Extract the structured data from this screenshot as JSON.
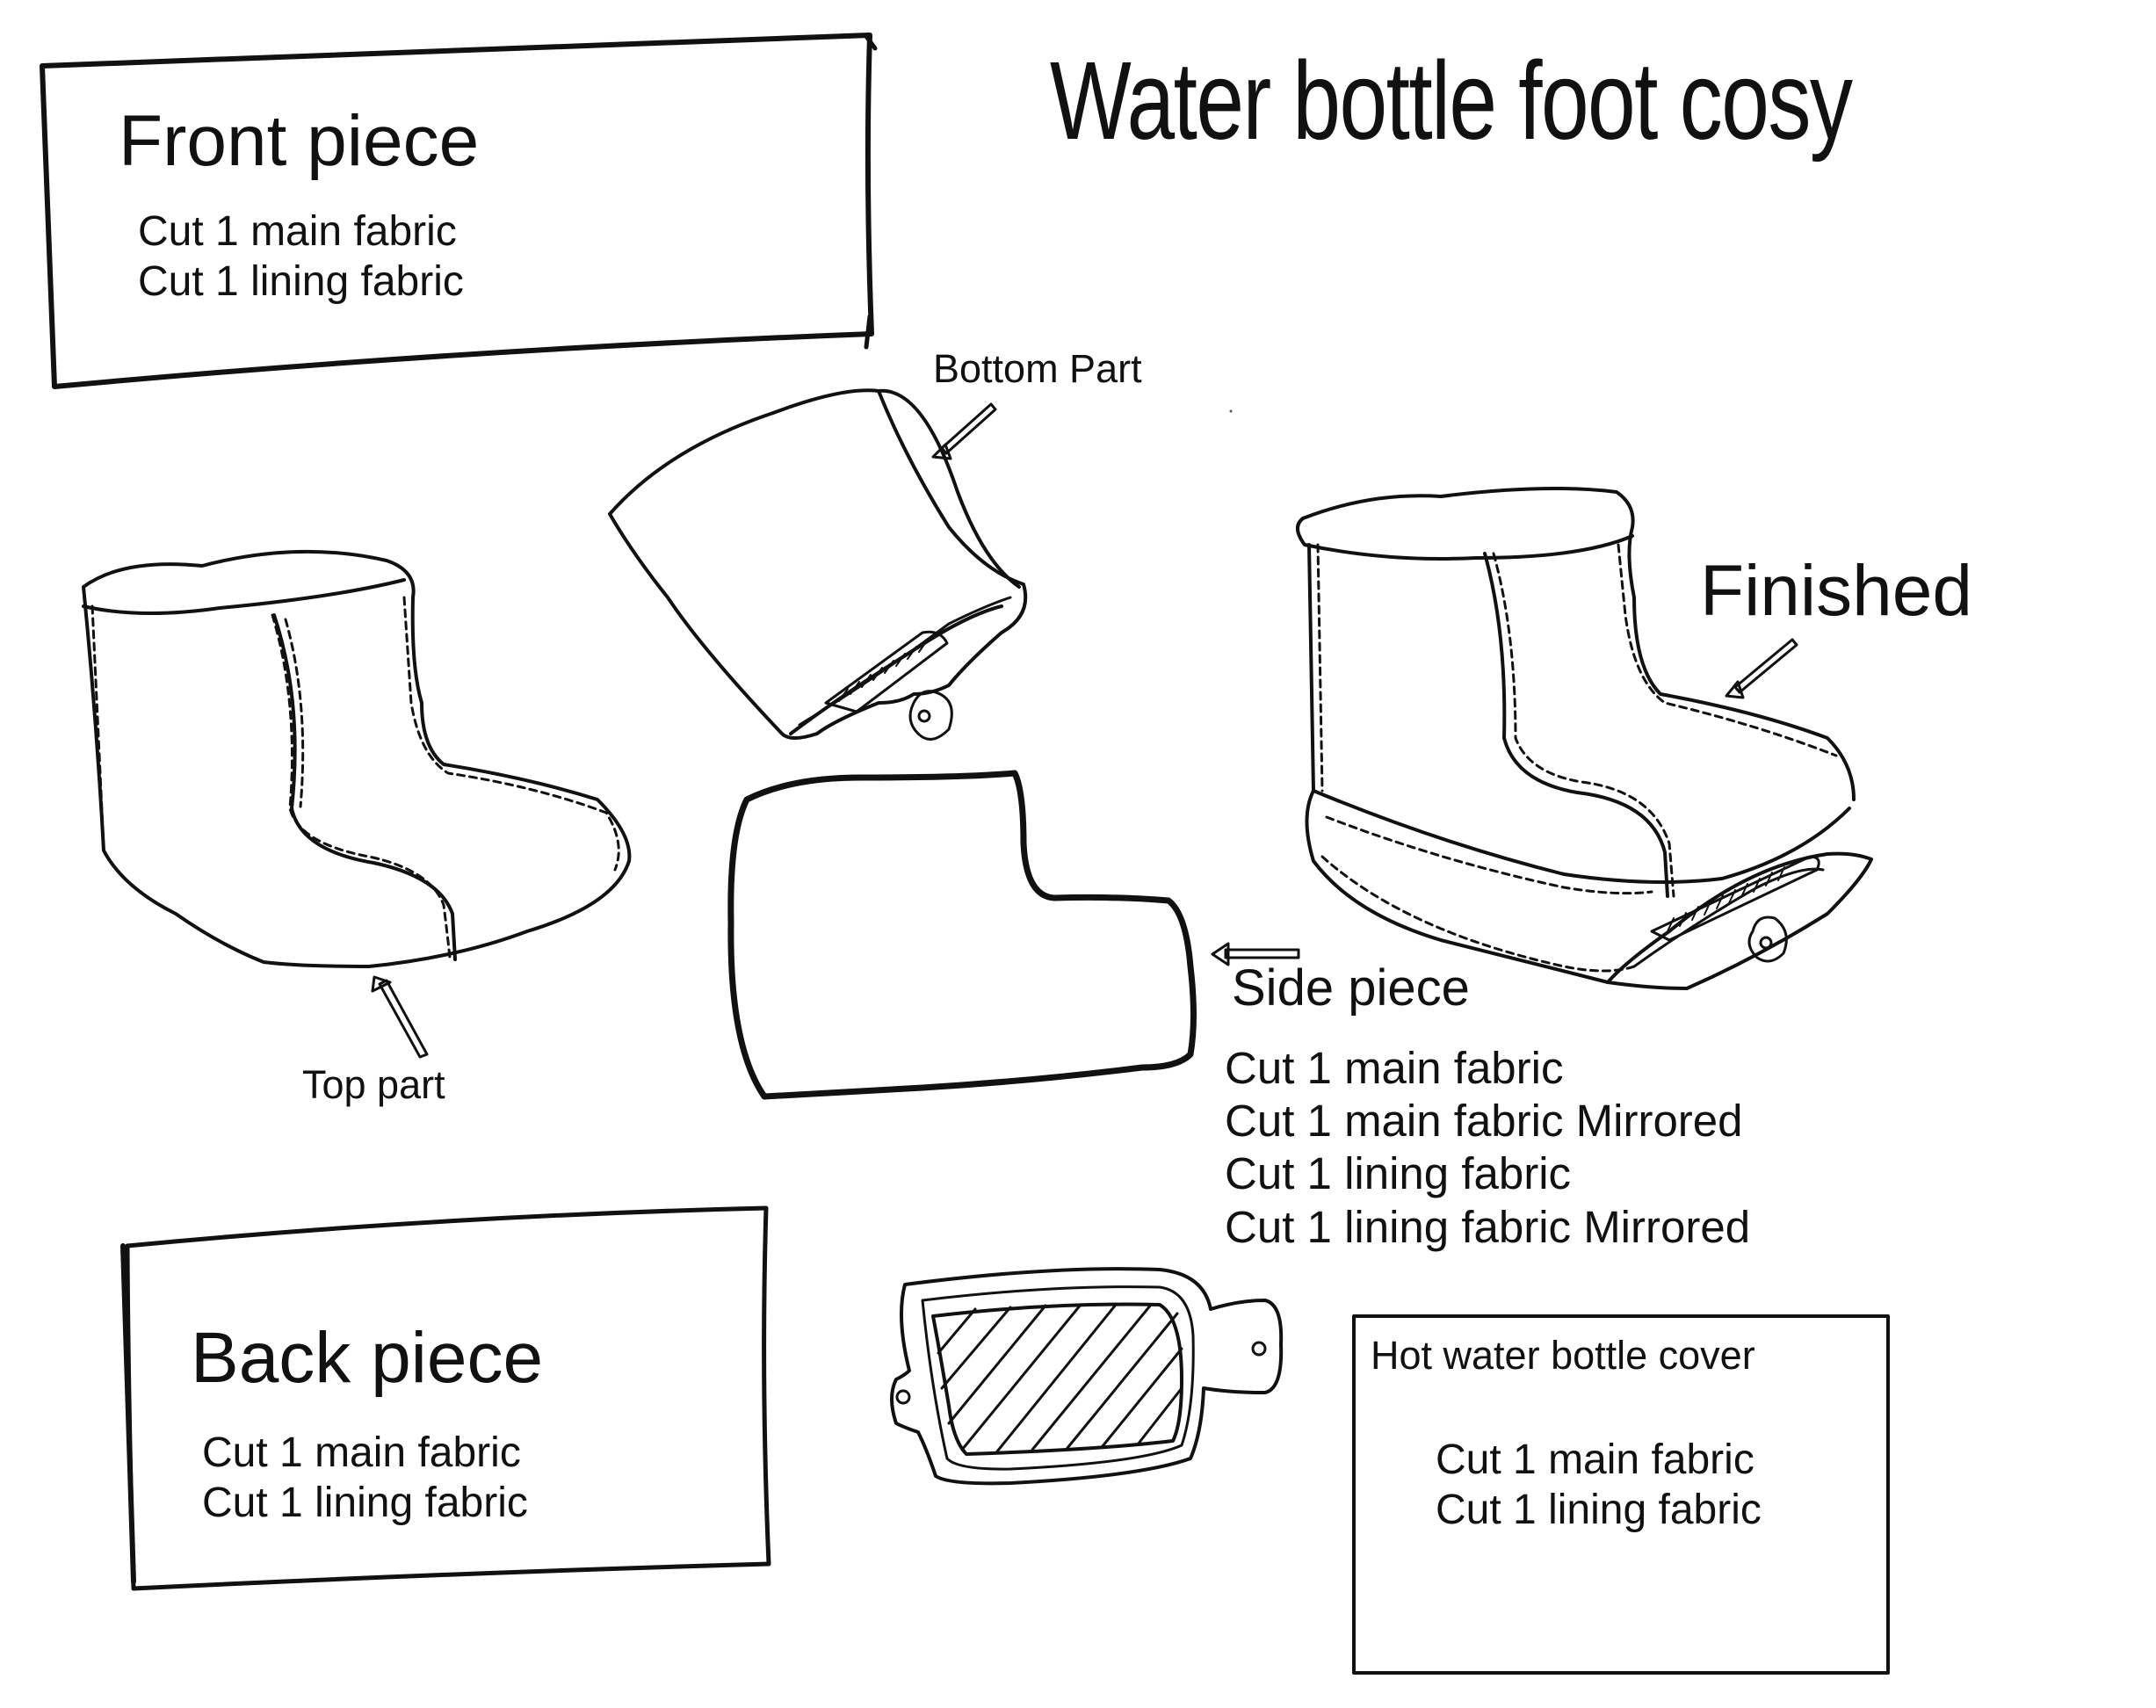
{
  "title": "Water bottle foot cosy",
  "front_piece": {
    "heading": "Front piece",
    "lines": [
      "Cut 1 main fabric",
      "Cut 1 lining fabric"
    ]
  },
  "back_piece": {
    "heading": "Back piece",
    "lines": [
      "Cut 1 main fabric",
      "Cut 1 lining fabric"
    ]
  },
  "side_piece": {
    "heading": "Side piece",
    "lines": [
      "Cut 1 main fabric",
      "Cut 1 main fabric Mirrored",
      "Cut 1 lining fabric",
      "Cut 1 lining fabric Mirrored"
    ]
  },
  "hot_water_bottle_cover": {
    "heading": "Hot water bottle cover",
    "lines": [
      "Cut 1 main fabric",
      "Cut 1 lining fabric"
    ]
  },
  "callouts": {
    "bottom_part": "Bottom Part",
    "top_part": "Top part",
    "finished": "Finished"
  }
}
